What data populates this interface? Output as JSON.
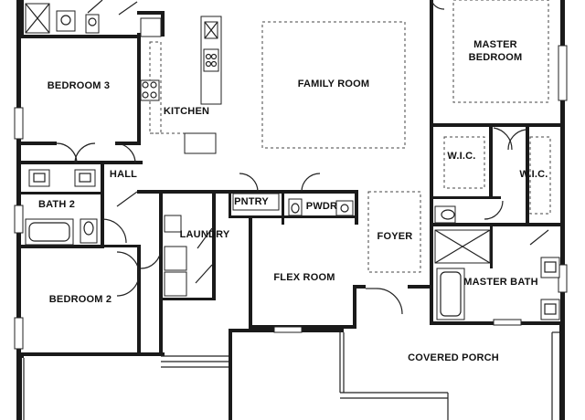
{
  "floorplan": {
    "rooms": {
      "family_room": "FAMILY ROOM",
      "master_bedroom_line1": "MASTER",
      "master_bedroom_line2": "BEDROOM",
      "bedroom3": "BEDROOM 3",
      "kitchen": "KITCHEN",
      "hall": "HALL",
      "bath2": "BATH 2",
      "pantry": "PNTRY",
      "powder": "PWDR",
      "laundry": "LAUNDRY",
      "foyer": "FOYER",
      "flex_room": "FLEX ROOM",
      "bedroom2": "BEDROOM 2",
      "wic_left": "W.I.C.",
      "wic_right": "W.I.C.",
      "master_bath": "MASTER BATH",
      "covered_porch": "COVERED PORCH"
    }
  }
}
